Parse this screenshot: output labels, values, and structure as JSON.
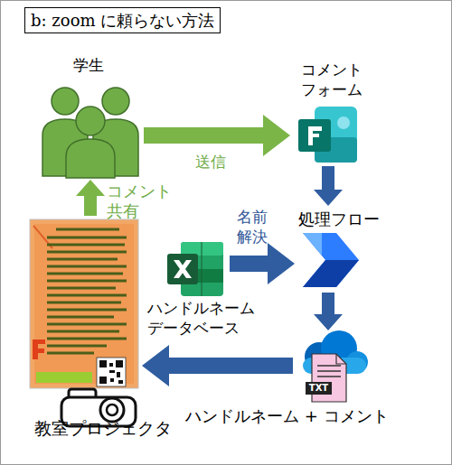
{
  "diagram": {
    "title": "b: zoom に頼らない方法",
    "nodes": [
      {
        "text": [
          "学生"
        ]
      },
      {
        "text": [
          "コメント フォーム"
        ]
      },
      {
        "text": [
          "処理フロー"
        ]
      },
      {
        "text": [
          "ハンドルネーム データベース"
        ]
      },
      {
        "text": [
          "ハンドルネーム + コメント"
        ]
      },
      {
        "text": [
          "教室プロジェクタ"
        ]
      }
    ],
    "edges": [
      {
        "from": 0,
        "to": 1,
        "arrow": "to",
        "label": "送信"
      },
      {
        "from": 1,
        "to": 2,
        "arrow": "to"
      },
      {
        "from": 3,
        "to": 2,
        "arrow": "to",
        "label": "名前 解決"
      },
      {
        "from": 2,
        "to": 4,
        "arrow": "to"
      },
      {
        "from": 4,
        "to": 5,
        "arrow": "to"
      },
      {
        "from": 5,
        "to": 0,
        "arrow": "to",
        "label": "コメント 共有"
      }
    ],
    "labels": [
      "TXT"
    ]
  }
}
